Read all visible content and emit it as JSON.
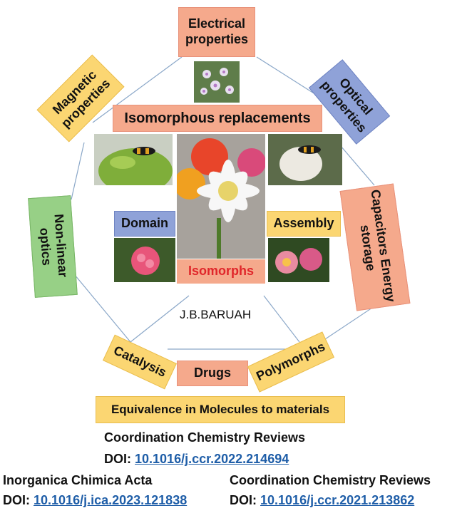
{
  "diagram": {
    "top": "Electrical properties",
    "magnetic": "Magnetic properties",
    "optical": "Optical properties",
    "center_title": "Isomorphous replacements",
    "nonlinear": "Non-linear optics",
    "capacitors": "Capacitors Energy storage",
    "domain": "Domain",
    "assembly": "Assembly",
    "isomorphs": "Isomorphs",
    "author": "J.B.BARUAH",
    "catalysis": "Catalysis",
    "drugs": "Drugs",
    "polymorphs": "Polymorphs",
    "bottom_banner": "Equivalence in Molecules to materials"
  },
  "references": {
    "ref1_journal": "Coordination Chemistry Reviews",
    "ref1_prefix": "DOI:",
    "ref1_doi": "10.1016/j.ccr.2022.214694",
    "ref2_journal": "Inorganica Chimica Acta",
    "ref2_prefix": "DOI:",
    "ref2_doi": "10.1016/j.ica.2023.121838",
    "ref3_journal": "Coordination Chemistry Reviews",
    "ref3_prefix": "DOI:",
    "ref3_doi": "10.1016/j.ccr.2021.213862"
  },
  "colors": {
    "peach": "#f5a98c",
    "yellow": "#fbd672",
    "blue": "#8fa2d8",
    "green": "#97d086",
    "link": "#1f5ea8",
    "isomorphs_text": "#e0262a"
  }
}
